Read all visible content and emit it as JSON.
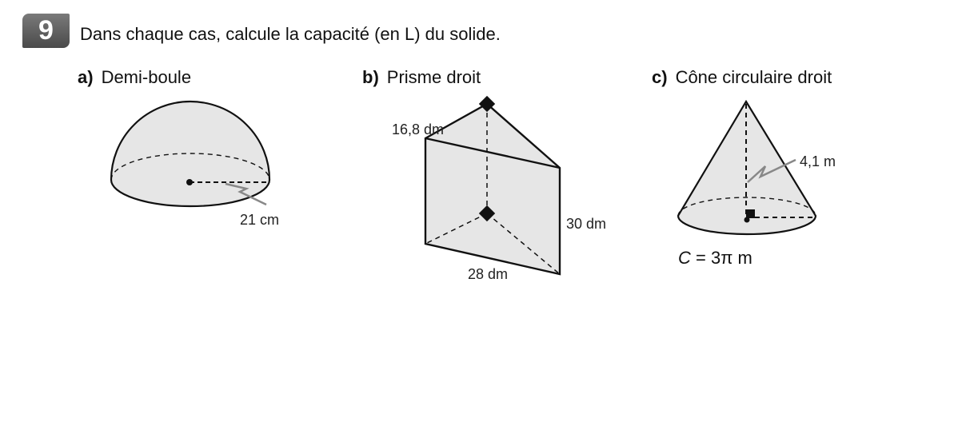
{
  "exercise": {
    "number": "9",
    "instruction": "Dans chaque cas, calcule la capacité (en L) du solide."
  },
  "parts": [
    {
      "letter": "a)",
      "name": "Demi-boule",
      "labels": [
        "21 cm"
      ]
    },
    {
      "letter": "b)",
      "name": "Prisme droit",
      "labels": [
        "16,8 dm",
        "30 dm",
        "28 dm"
      ]
    },
    {
      "letter": "c)",
      "name": "Cône circulaire droit",
      "labels": [
        "4,1 m"
      ],
      "formula_var": "C",
      "formula_rest": " = 3π m"
    }
  ]
}
